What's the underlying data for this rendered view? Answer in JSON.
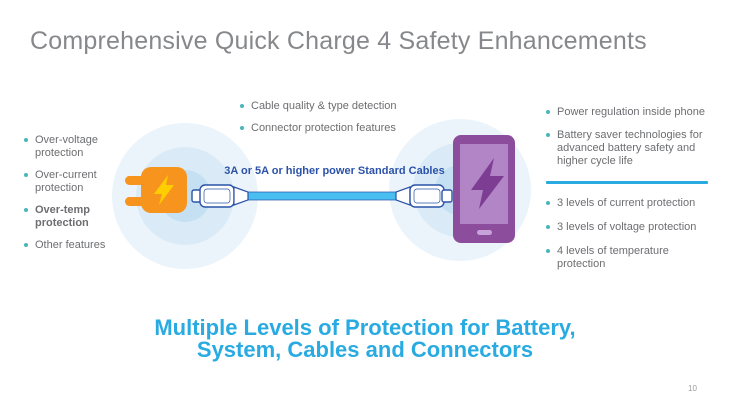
{
  "slide": {
    "title": "Comprehensive Quick Charge 4 Safety Enhancements",
    "page_number": "10"
  },
  "left_column": {
    "items": [
      {
        "label": "Over-voltage protection",
        "bold": false
      },
      {
        "label": "Over-current protection",
        "bold": false
      },
      {
        "label": "Over-temp protection",
        "bold": true
      },
      {
        "label": "Other features",
        "bold": false
      }
    ]
  },
  "cable_section": {
    "bullets": [
      "Cable quality & type detection",
      "Connector protection features"
    ],
    "cable_label": "3A or 5A or higher power Standard Cables"
  },
  "phone_column": {
    "bullets_top": [
      "Power regulation inside phone",
      "Battery saver technologies for advanced battery safety and higher cycle life"
    ],
    "bullets_bottom": [
      "3 levels of current protection",
      "3 levels of voltage protection",
      "4 levels of temperature protection"
    ]
  },
  "footer": {
    "heading_line1": "Multiple Levels of Protection for Battery,",
    "heading_line2": "System, Cables and Connectors"
  },
  "icons": [
    "charger-plug-icon",
    "lightning-bolt-icon",
    "usb-cable-icon",
    "smartphone-icon"
  ],
  "colors": {
    "accent_cyan": "#29ABE2",
    "bullet_teal": "#4AB6BC",
    "body_text_gray": "#6D6E71",
    "title_gray": "#87888B",
    "cable_label_blue": "#2B52A8",
    "cable_fill": "#49BEF0",
    "charger_orange": "#F7941E",
    "bolt_yellow": "#FFCE00",
    "phone_frame_purple": "#8C4D9D",
    "phone_screen_purple": "#B185C6",
    "phone_bolt_purple": "#7C3D93",
    "phone_home_purple": "#C7A3D9",
    "ripple_outer": "#EBF4FB",
    "ripple_mid": "#DAEBF7",
    "ripple_inner": "#C4E0F2"
  }
}
